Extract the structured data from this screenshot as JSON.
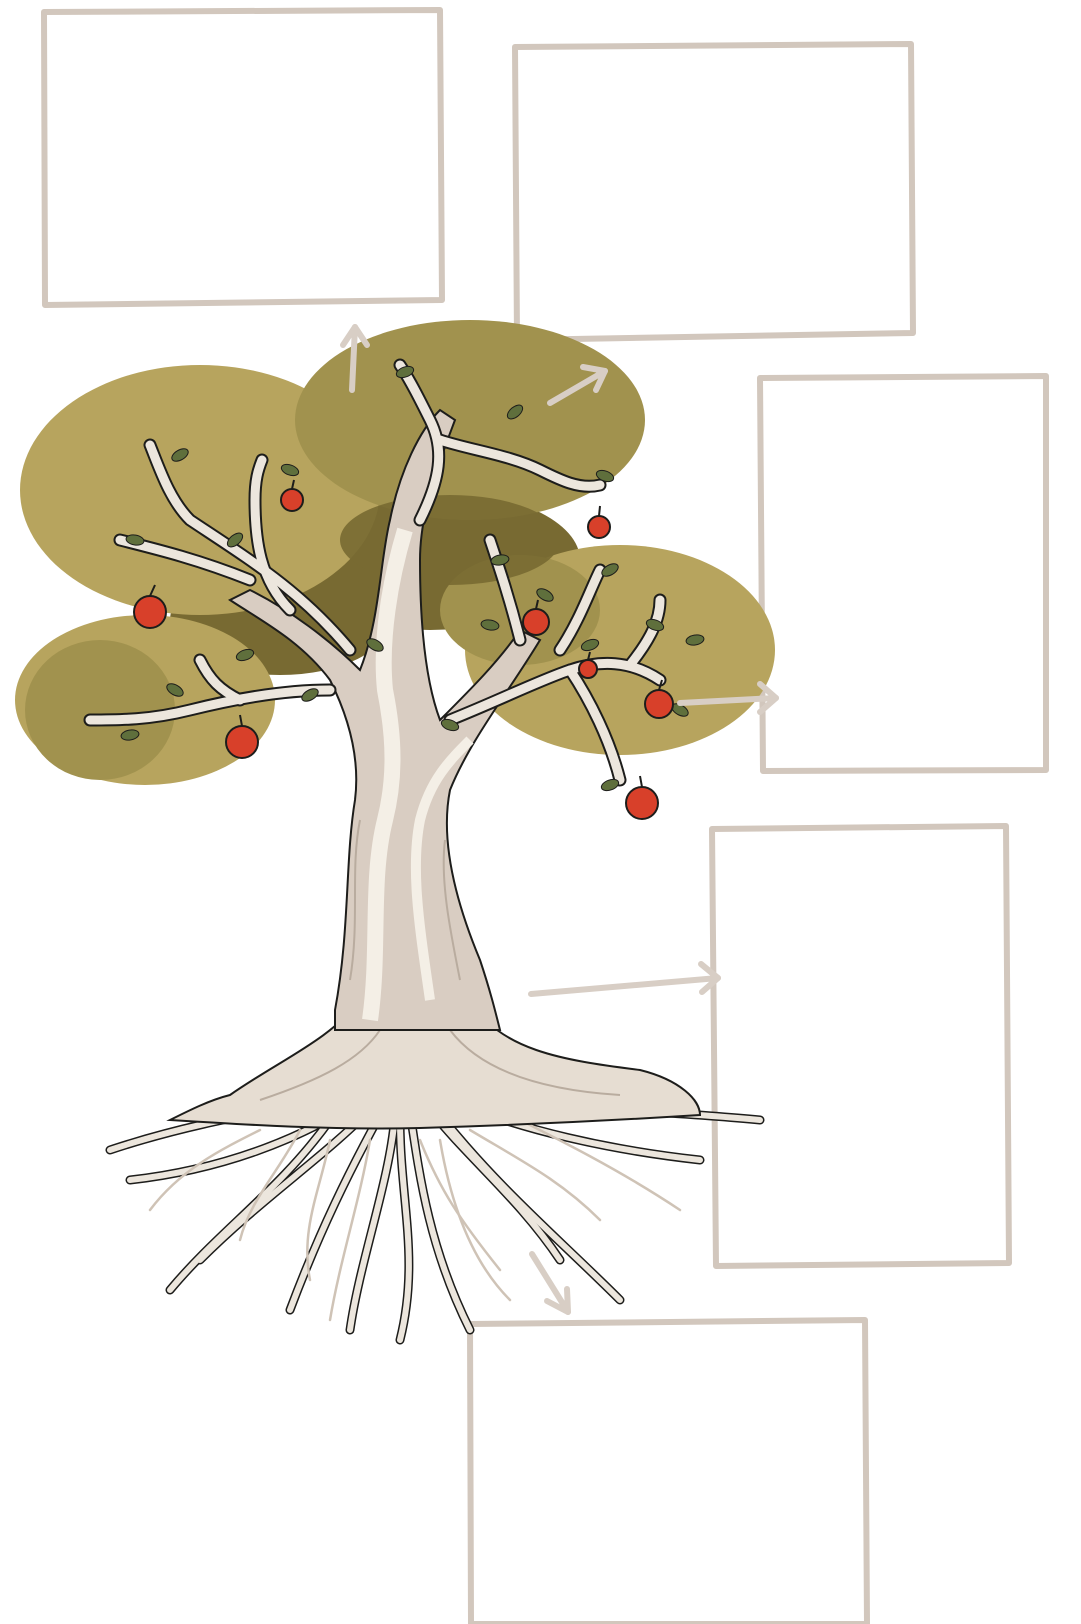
{
  "colors": {
    "background": "#ffffff",
    "frame": "#d2c7bd",
    "arrow": "#d8cec5",
    "canopy_light": "#b7a45e",
    "canopy_mid": "#a1924e",
    "canopy_dark": "#786a32",
    "trunk_fill": "#d9cdc2",
    "trunk_highlight": "#f4efe6",
    "outline": "#1d1d1b",
    "apple": "#d8402a",
    "leaf": "#5f6f3c"
  },
  "diagram": {
    "kind": "tree-template-worksheet",
    "label_boxes": [
      {
        "id": "top-left",
        "text": ""
      },
      {
        "id": "top-right",
        "text": ""
      },
      {
        "id": "right-middle",
        "text": ""
      },
      {
        "id": "right-lower",
        "text": ""
      },
      {
        "id": "bottom",
        "text": ""
      }
    ],
    "arrows": [
      {
        "from": "tree-crown",
        "to": "top-left"
      },
      {
        "from": "tree-crown",
        "to": "top-right"
      },
      {
        "from": "tree-fruit",
        "to": "right-middle"
      },
      {
        "from": "tree-trunk",
        "to": "right-lower"
      },
      {
        "from": "tree-roots",
        "to": "bottom"
      }
    ],
    "icons": [
      "tree-icon",
      "apple-icon",
      "leaf-icon",
      "root-icon"
    ]
  }
}
